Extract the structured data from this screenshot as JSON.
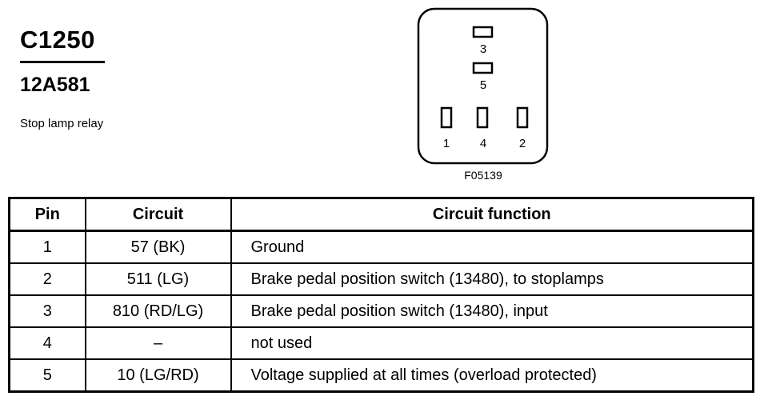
{
  "header": {
    "connector_id": "C1250",
    "part_number": "12A581",
    "description": "Stop lamp relay"
  },
  "diagram": {
    "figure_id": "F05139",
    "pins": [
      {
        "label": "3"
      },
      {
        "label": "5"
      },
      {
        "label": "1"
      },
      {
        "label": "4"
      },
      {
        "label": "2"
      }
    ]
  },
  "table": {
    "headers": {
      "pin": "Pin",
      "circuit": "Circuit",
      "function": "Circuit function"
    },
    "rows": [
      {
        "pin": "1",
        "circuit": "57 (BK)",
        "function": "Ground"
      },
      {
        "pin": "2",
        "circuit": "511 (LG)",
        "function": "Brake pedal position switch (13480), to stoplamps"
      },
      {
        "pin": "3",
        "circuit": "810 (RD/LG)",
        "function": "Brake pedal position switch (13480), input"
      },
      {
        "pin": "4",
        "circuit": "–",
        "function": "not used"
      },
      {
        "pin": "5",
        "circuit": "10 (LG/RD)",
        "function": "Voltage supplied at all times (overload protected)"
      }
    ]
  }
}
